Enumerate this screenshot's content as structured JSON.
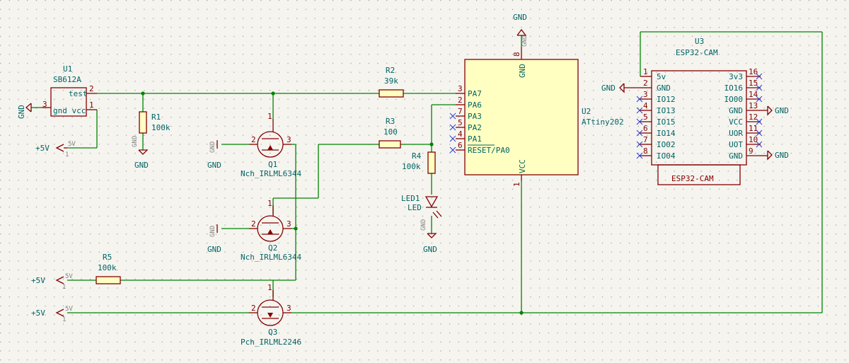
{
  "components": {
    "u1": {
      "ref": "U1",
      "value": "SB612A",
      "pin_test": "test",
      "pin_gnd_vcc": "gnd vcc",
      "pin2": "2",
      "pin3": "3",
      "pin1": "1"
    },
    "r1": {
      "ref": "R1",
      "value": "100k"
    },
    "r2": {
      "ref": "R2",
      "value": "39k"
    },
    "r3": {
      "ref": "R3",
      "value": "100"
    },
    "r4": {
      "ref": "R4",
      "value": "100k"
    },
    "r5": {
      "ref": "R5",
      "value": "100k"
    },
    "q1": {
      "ref": "Q1",
      "value": "Nch_IRLML6344"
    },
    "q2": {
      "ref": "Q2",
      "value": "Nch_IRLML6344"
    },
    "q3": {
      "ref": "Q3",
      "value": "Pch_IRLML2246"
    },
    "led1": {
      "ref": "LED1",
      "value": "LED"
    },
    "u2": {
      "ref": "U2",
      "value": "ATtiny202",
      "pins": [
        {
          "num": "3",
          "name": "PA7"
        },
        {
          "num": "2",
          "name": "PA6"
        },
        {
          "num": "7",
          "name": "PA3"
        },
        {
          "num": "5",
          "name": "PA2"
        },
        {
          "num": "4",
          "name": "PA1"
        },
        {
          "num": "6",
          "name": "RESET/PA0"
        }
      ],
      "gnd_pin": "8",
      "gnd_name": "GND",
      "vcc_pin": "1",
      "vcc_name": "VCC"
    },
    "u3": {
      "ref": "U3",
      "value": "ESP32-CAM",
      "footprint": "ESP32-CAM",
      "left_pins": [
        {
          "num": "1",
          "name": "5v"
        },
        {
          "num": "2",
          "name": "GND"
        },
        {
          "num": "3",
          "name": "IO12"
        },
        {
          "num": "4",
          "name": "IO13"
        },
        {
          "num": "5",
          "name": "IO15"
        },
        {
          "num": "6",
          "name": "IO14"
        },
        {
          "num": "7",
          "name": "IO02"
        },
        {
          "num": "8",
          "name": "IO04"
        }
      ],
      "right_pins": [
        {
          "num": "16",
          "name": "3v3"
        },
        {
          "num": "15",
          "name": "IO16"
        },
        {
          "num": "14",
          "name": "IO00"
        },
        {
          "num": "13",
          "name": "GND"
        },
        {
          "num": "12",
          "name": "VCC"
        },
        {
          "num": "11",
          "name": "UOR"
        },
        {
          "num": "10",
          "name": "UOT"
        },
        {
          "num": "9",
          "name": "GND"
        }
      ]
    }
  },
  "power": {
    "gnd": "GND",
    "v5": "+5V",
    "pwr_sub_gnd": "GND",
    "pwr_sub_5v": "5V"
  },
  "pin_nums": {
    "one": "1",
    "two": "2",
    "three": "3"
  }
}
